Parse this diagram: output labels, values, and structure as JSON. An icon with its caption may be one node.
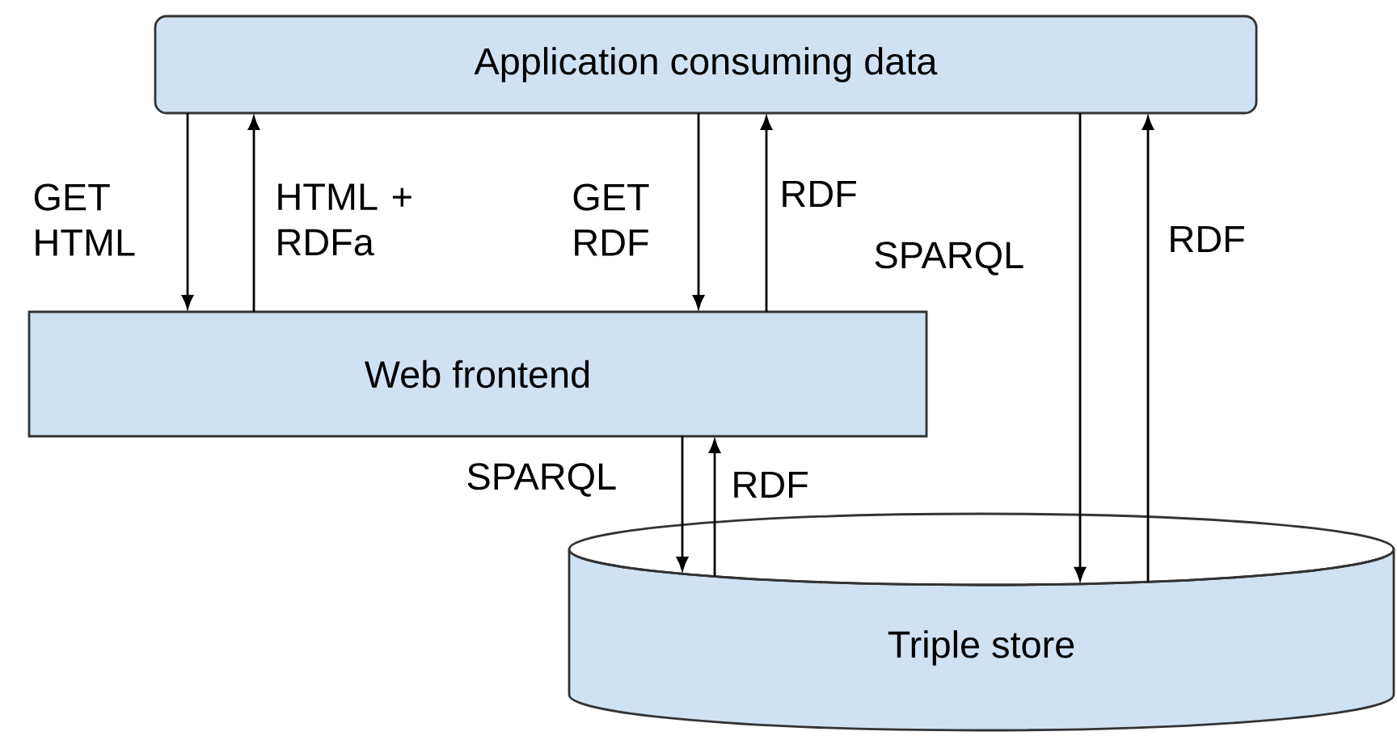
{
  "diagram": {
    "nodes": [
      {
        "text": [
          "Application consuming data"
        ]
      },
      {
        "text": [
          "Web frontend"
        ]
      },
      {
        "text": [
          "Triple store"
        ]
      }
    ],
    "edges": [
      {
        "from": 0,
        "to": 1,
        "arrow": "to",
        "label": "GET HTML"
      },
      {
        "from": 1,
        "to": 0,
        "arrow": "to",
        "label": "HTML + RDFa"
      },
      {
        "from": 0,
        "to": 1,
        "arrow": "to",
        "label": "GET RDF"
      },
      {
        "from": 1,
        "to": 0,
        "arrow": "to",
        "label": "RDF"
      },
      {
        "from": 0,
        "to": 2,
        "arrow": "to",
        "label": "SPARQL"
      },
      {
        "from": 2,
        "to": 0,
        "arrow": "to",
        "label": "RDF"
      },
      {
        "from": 1,
        "to": 2,
        "arrow": "to",
        "label": "SPARQL"
      },
      {
        "from": 2,
        "to": 1,
        "arrow": "to",
        "label": "RDF"
      }
    ]
  }
}
